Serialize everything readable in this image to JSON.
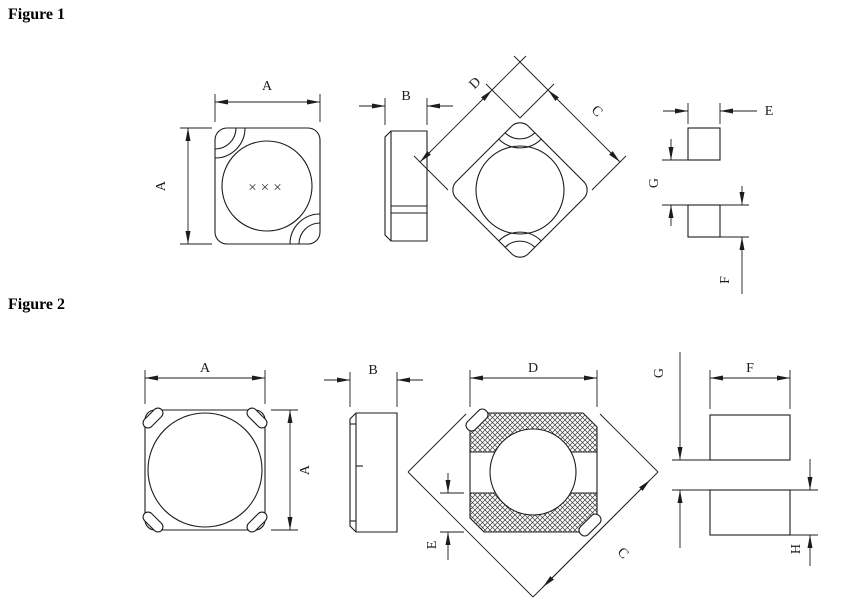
{
  "figure1": {
    "title": "Figure 1",
    "marking": "×××",
    "dim_width": "A",
    "dim_height": "A",
    "dim_thickness": "B",
    "dim_diag_left": "D",
    "dim_diag_right": "C",
    "pad_width": "E",
    "pad_gap": "G",
    "pad_height": "F"
  },
  "figure2": {
    "title": "Figure 2",
    "dim_width": "A",
    "dim_height": "A",
    "dim_thickness": "B",
    "dim_front_width": "D",
    "dim_terminal": "E",
    "dim_diagonal": "C",
    "pad_gap": "G",
    "pad_width": "F",
    "pad_height": "H"
  }
}
